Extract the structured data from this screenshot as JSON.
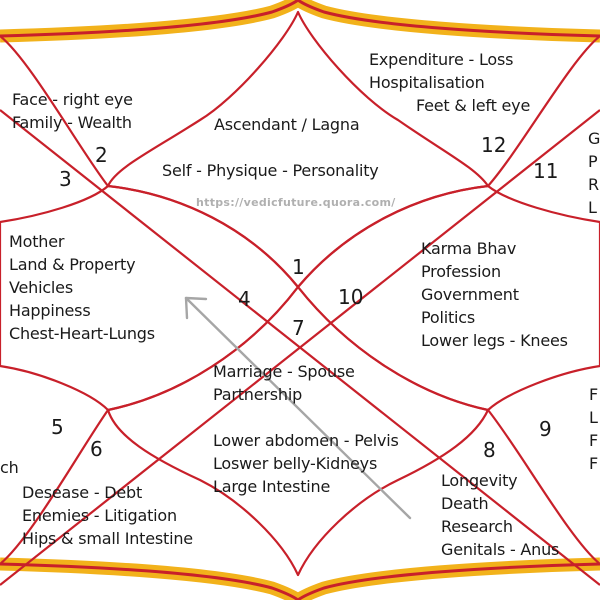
{
  "watermark": "https://vedicfuture.quora.com/",
  "colors": {
    "line": "#c8202a",
    "gold": "#f2b21b",
    "text": "#1a1a1a",
    "arrow": "#a6a6a6"
  },
  "houses": [
    {
      "number": "1",
      "lines": [
        "Ascendant / Lagna",
        "Self - Physique - Personality"
      ]
    },
    {
      "number": "2",
      "lines": [
        "Face - right eye",
        "Family -  Wealth"
      ]
    },
    {
      "number": "3",
      "lines": []
    },
    {
      "number": "4",
      "lines": [
        "Mother",
        "Land & Property",
        "Vehicles",
        "Happiness",
        "Chest-Heart-Lungs"
      ]
    },
    {
      "number": "5",
      "lines": [
        "ch"
      ]
    },
    {
      "number": "6",
      "lines": [
        "Desease - Debt",
        "Enemies - Litigation",
        "Hips & small Intestine"
      ]
    },
    {
      "number": "7",
      "lines": [
        "Marriage - Spouse",
        "Partnership",
        "Lower abdomen - Pelvis",
        "Loswer belly-Kidneys",
        "Large Intestine"
      ]
    },
    {
      "number": "8",
      "lines": [
        "Longevity",
        "Death",
        "Research",
        "Genitals - Anus"
      ]
    },
    {
      "number": "9",
      "lines": [
        "F",
        "L",
        "F",
        "F"
      ]
    },
    {
      "number": "10",
      "lines": [
        "Karma Bhav",
        "Profession",
        "Government",
        "Politics",
        "Lower legs - Knees"
      ]
    },
    {
      "number": "11",
      "lines": [
        "G",
        "P",
        "R",
        "L"
      ]
    },
    {
      "number": "12",
      "lines": [
        "Expenditure - Loss",
        "Hospitalisation",
        "Feet & left eye"
      ]
    }
  ]
}
